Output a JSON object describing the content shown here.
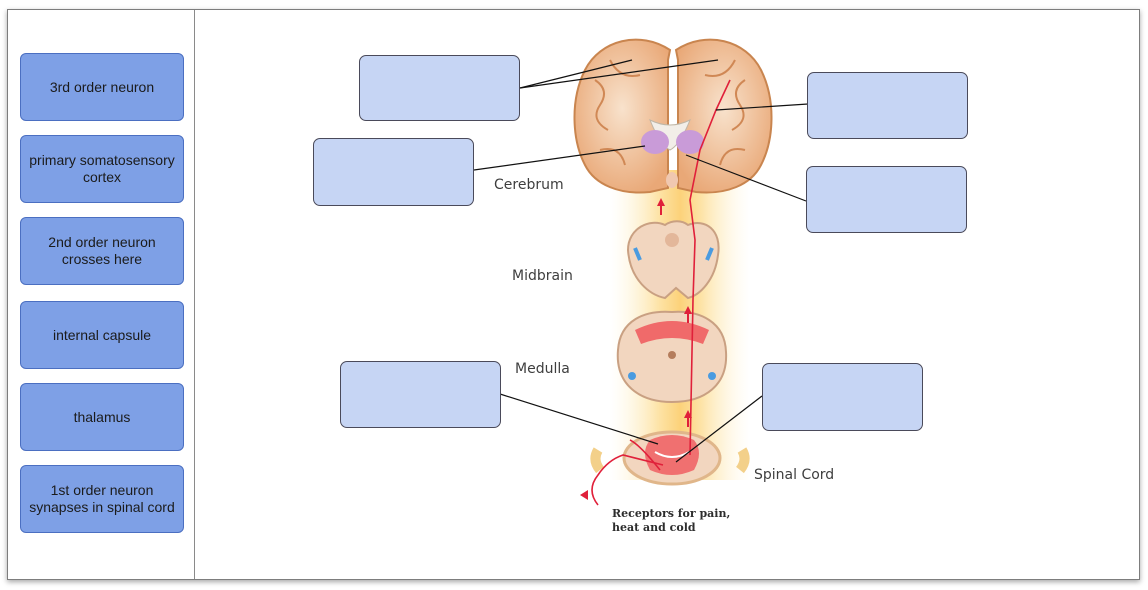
{
  "word_bank": [
    {
      "label": "3rd order neuron"
    },
    {
      "label": "primary somatosensory cortex"
    },
    {
      "label": "2nd order neuron crosses here"
    },
    {
      "label": "internal capsule"
    },
    {
      "label": "thalamus"
    },
    {
      "label": "1st order neuron synapses in spinal cord"
    }
  ],
  "diagram": {
    "labels": {
      "cerebrum": "Cerebrum",
      "midbrain": "Midbrain",
      "medulla": "Medulla",
      "spinal_cord": "Spinal Cord",
      "receptors": "Receptors for pain, heat and cold"
    }
  },
  "colors": {
    "chip_fill": "#7ea0e6",
    "drop_fill": "#c6d5f4",
    "pathway": "#e0203a"
  }
}
